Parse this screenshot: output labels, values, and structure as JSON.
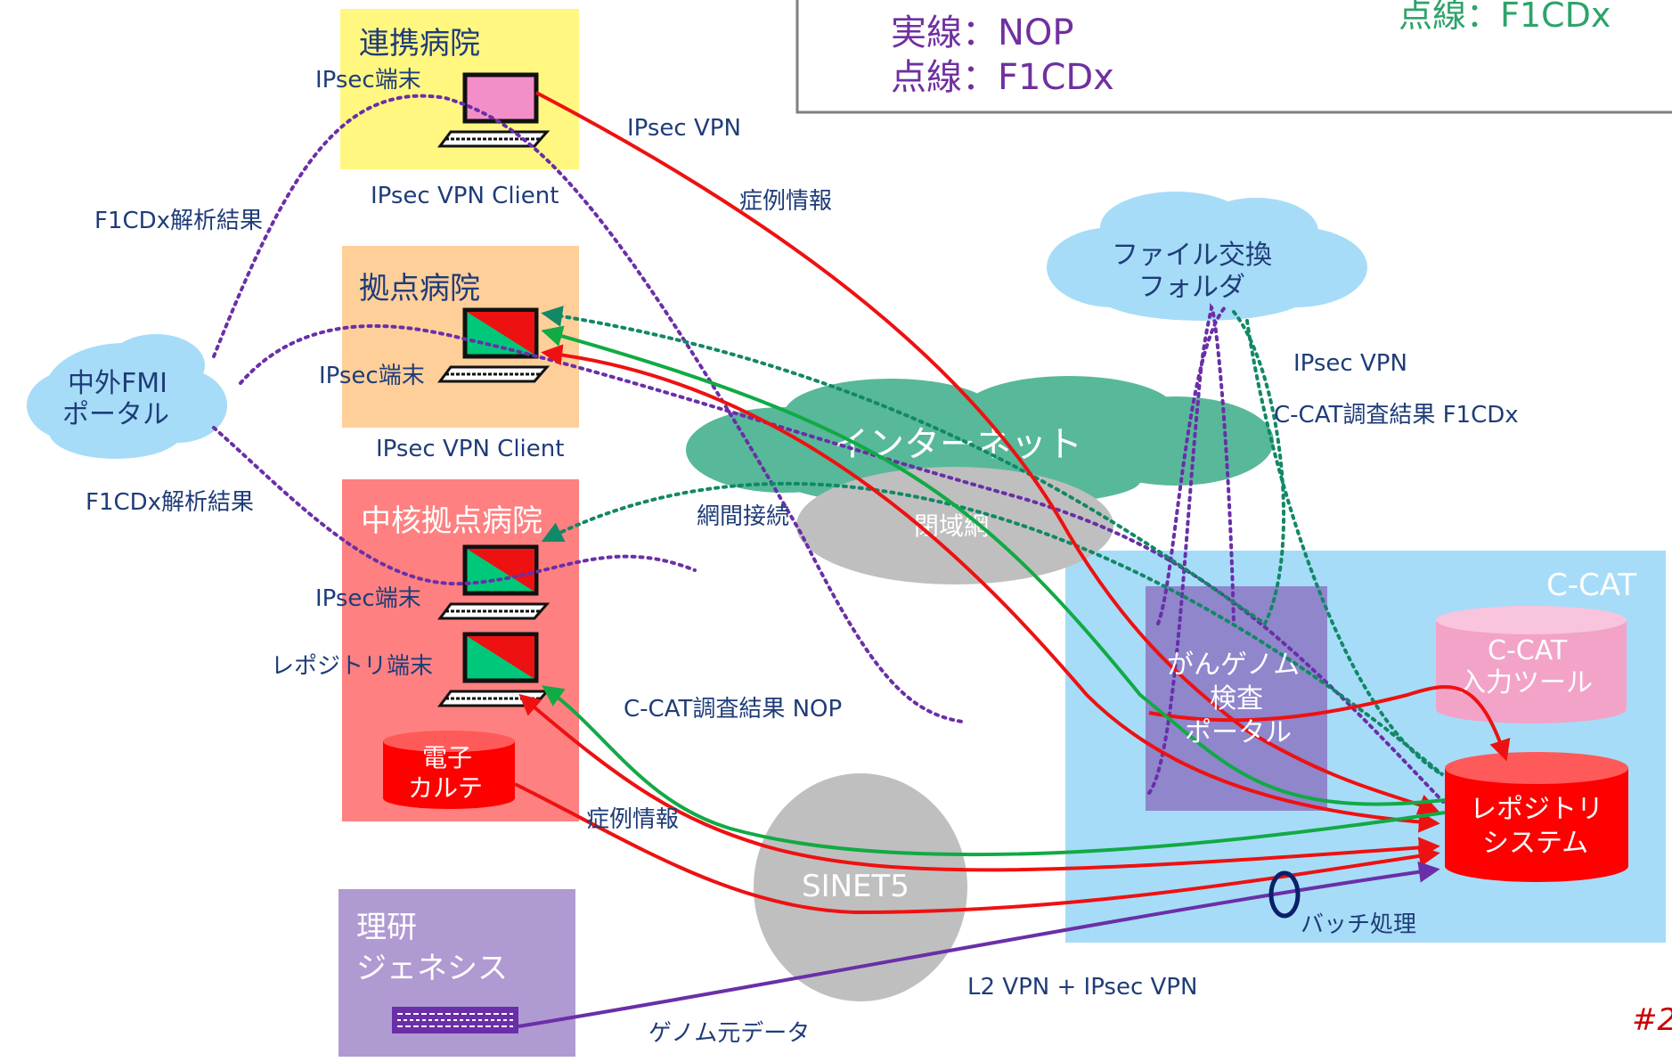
{
  "legend_box": {
    "left_solid": "実線：NOP",
    "left_dotted": "点線：F1CDx",
    "right_dotted": "点線：F1CDx"
  },
  "hospitals": {
    "renkei": {
      "title": "連携病院",
      "terminal": "IPsec端末",
      "client": "IPsec VPN Client"
    },
    "kyoten": {
      "title": "拠点病院",
      "terminal": "IPsec端末",
      "client": "IPsec VPN Client"
    },
    "chukaku": {
      "title": "中核拠点病院",
      "terminal": "IPsec端末",
      "repo_terminal": "レポジトリ端末",
      "emr_line1": "電子",
      "emr_line2": "カルテ"
    },
    "riken": {
      "title_line1": "理研",
      "title_line2": "ジェネシス"
    }
  },
  "clouds": {
    "fmi": {
      "line1": "中外FMI",
      "line2": "ポータル"
    },
    "file_exchange": {
      "line1": "ファイル交換",
      "line2": "フォルダ"
    },
    "internet": "インターネット",
    "closed_net": "閉域網",
    "sinet": "SINET5"
  },
  "ccat": {
    "title": "C-CAT",
    "portal_line1": "がんゲノム",
    "portal_line2": "検査",
    "portal_line3": "ポータル",
    "input_line1": "C-CAT",
    "input_line2": "入力ツール",
    "repo_line1": "レポジトリ",
    "repo_line2": "システム"
  },
  "annotations": {
    "ipsec_vpn_top": "IPsec VPN",
    "case_info_top": "症例情報",
    "f1cdx_result_upper": "F1CDx解析結果",
    "f1cdx_result_lower": "F1CDx解析結果",
    "ipsec_vpn_right": "IPsec VPN",
    "ccat_result_f1cdx": "C-CAT調査結果 F1CDx",
    "inter_network": "網間接続",
    "ccat_result_nop": "C-CAT調査結果 NOP",
    "case_info_bottom": "症例情報",
    "batch": "バッチ処理",
    "l2vpn": "L2 VPN + IPsec VPN",
    "genome_data": "ゲノム元データ",
    "slide_number": "#2"
  },
  "colors": {
    "red": "#ee1111",
    "green": "#11aa44",
    "teal_dotted": "#118866",
    "purple_dotted": "#6a2fa8",
    "purple_solid": "#6a2fa8",
    "text_blue": "#1f3c78",
    "legend_purple": "#7030a0",
    "legend_green": "#2ea36b"
  }
}
